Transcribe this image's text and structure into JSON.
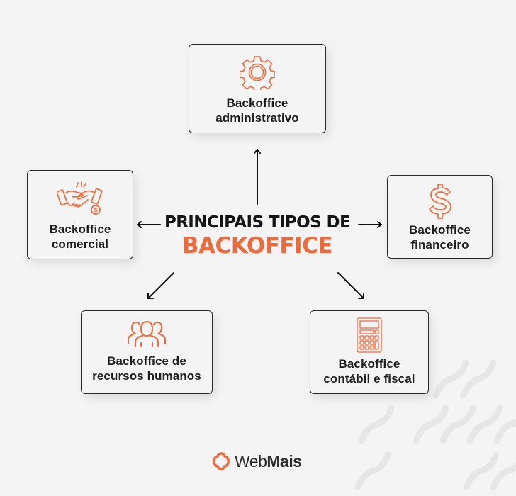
{
  "title": {
    "line1": "PRINCIPAIS TIPOS DE",
    "line2": "BACKOFFICE"
  },
  "colors": {
    "accent": "#ec6b3d",
    "text": "#1e1e1e",
    "background": "#f4f4f4",
    "border": "#2a2a2a"
  },
  "cards": [
    {
      "id": "administrativo",
      "icon": "gear-icon",
      "line1": "Backoffice",
      "line2": "administrativo"
    },
    {
      "id": "comercial",
      "icon": "handshake-icon",
      "line1": "Backoffice",
      "line2": "comercial"
    },
    {
      "id": "financeiro",
      "icon": "dollar-sign-icon",
      "line1": "Backoffice",
      "line2": "financeiro"
    },
    {
      "id": "recursos-humanos",
      "icon": "people-group-icon",
      "line1": "Backoffice de",
      "line2": "recursos humanos"
    },
    {
      "id": "contabil-fiscal",
      "icon": "calculator-icon",
      "line1": "Backoffice",
      "line2": "contábil e fiscal"
    }
  ],
  "logo": {
    "part1": "Web",
    "part2": "Mais"
  }
}
